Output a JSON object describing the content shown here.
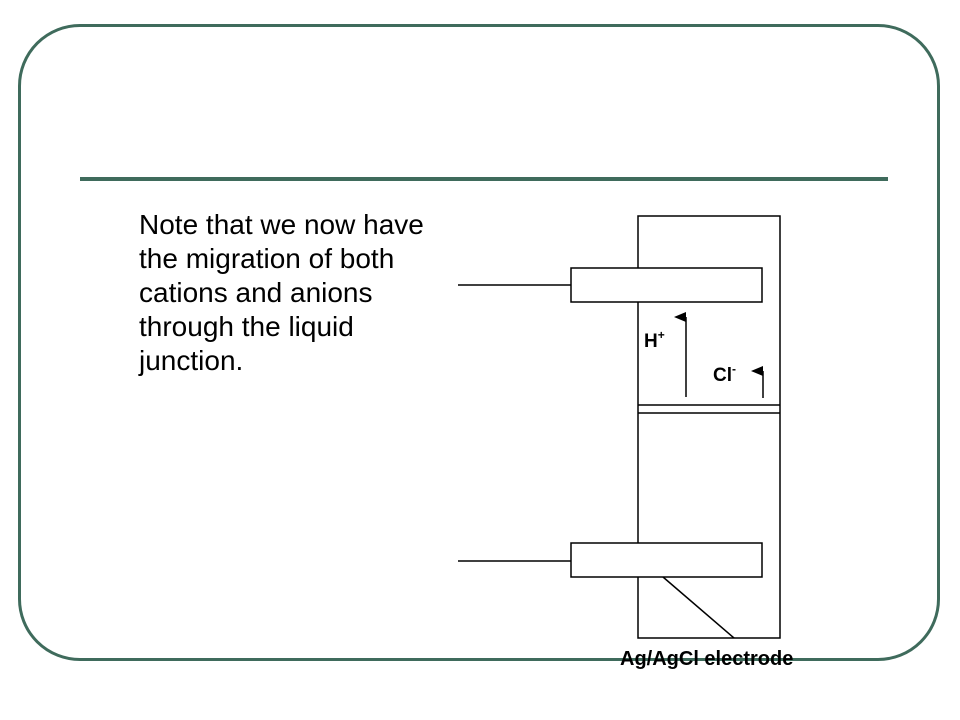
{
  "slide": {
    "body_text": "Note that we now have the migration of both cations and anions through the liquid junction.",
    "accent_color": "#3f6b5c"
  },
  "diagram": {
    "cation_label": "H",
    "cation_charge": "+",
    "anion_label": "Cl",
    "anion_charge": "-",
    "electrode_label": "Ag/AgCl electrode"
  }
}
